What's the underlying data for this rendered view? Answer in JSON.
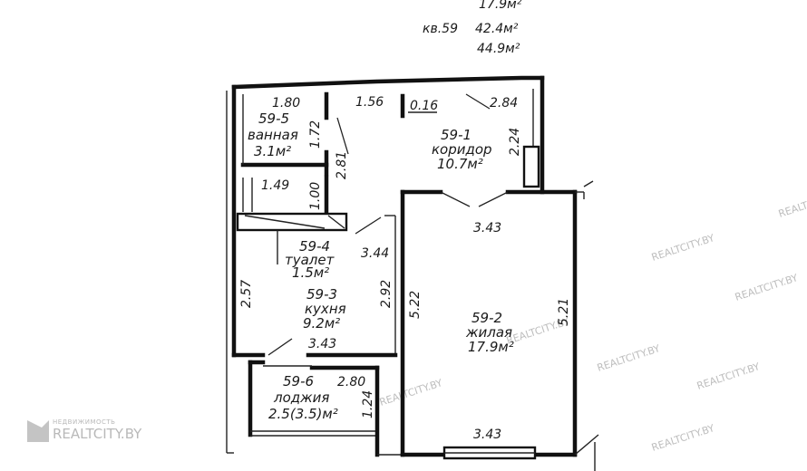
{
  "header": {
    "top_area": "17.9м²",
    "apt_label": "кв.59",
    "living_area": "42.4м²",
    "total_area": "44.9м²"
  },
  "rooms": [
    {
      "id": "59-5",
      "name": "ванная",
      "area": "3.1м²"
    },
    {
      "id": "59-1",
      "name": "коридор",
      "area": "10.7м²"
    },
    {
      "id": "59-4",
      "name": "туалет",
      "area": "1.5м²"
    },
    {
      "id": "59-3",
      "name": "кухня",
      "area": "9.2м²"
    },
    {
      "id": "59-2",
      "name": "жилая",
      "area": "17.9м²"
    },
    {
      "id": "59-6",
      "name": "лоджия",
      "area": "2.5(3.5)м²"
    }
  ],
  "dimensions": {
    "bath_width": "1.80",
    "bath_height": "1.72",
    "corr_top_a": "1.56",
    "corr_top_b": "0.16",
    "corr_top_c": "2.84",
    "corr_right": "2.24",
    "corr_diag": "2.81",
    "wc_width": "1.49",
    "wc_height": "1.00",
    "corr_lower": "3.44",
    "kitchen_left": "2.57",
    "kitchen_right": "2.92",
    "kitchen_bottom": "3.43",
    "living_top": "3.43",
    "living_left": "5.22",
    "living_right": "5.21",
    "living_bottom": "3.43",
    "loggia_width": "2.80",
    "loggia_height": "1.24"
  },
  "watermark": {
    "brand": "REALTCITY.BY",
    "tagline": "НЕДВИЖИМОСТЬ"
  }
}
